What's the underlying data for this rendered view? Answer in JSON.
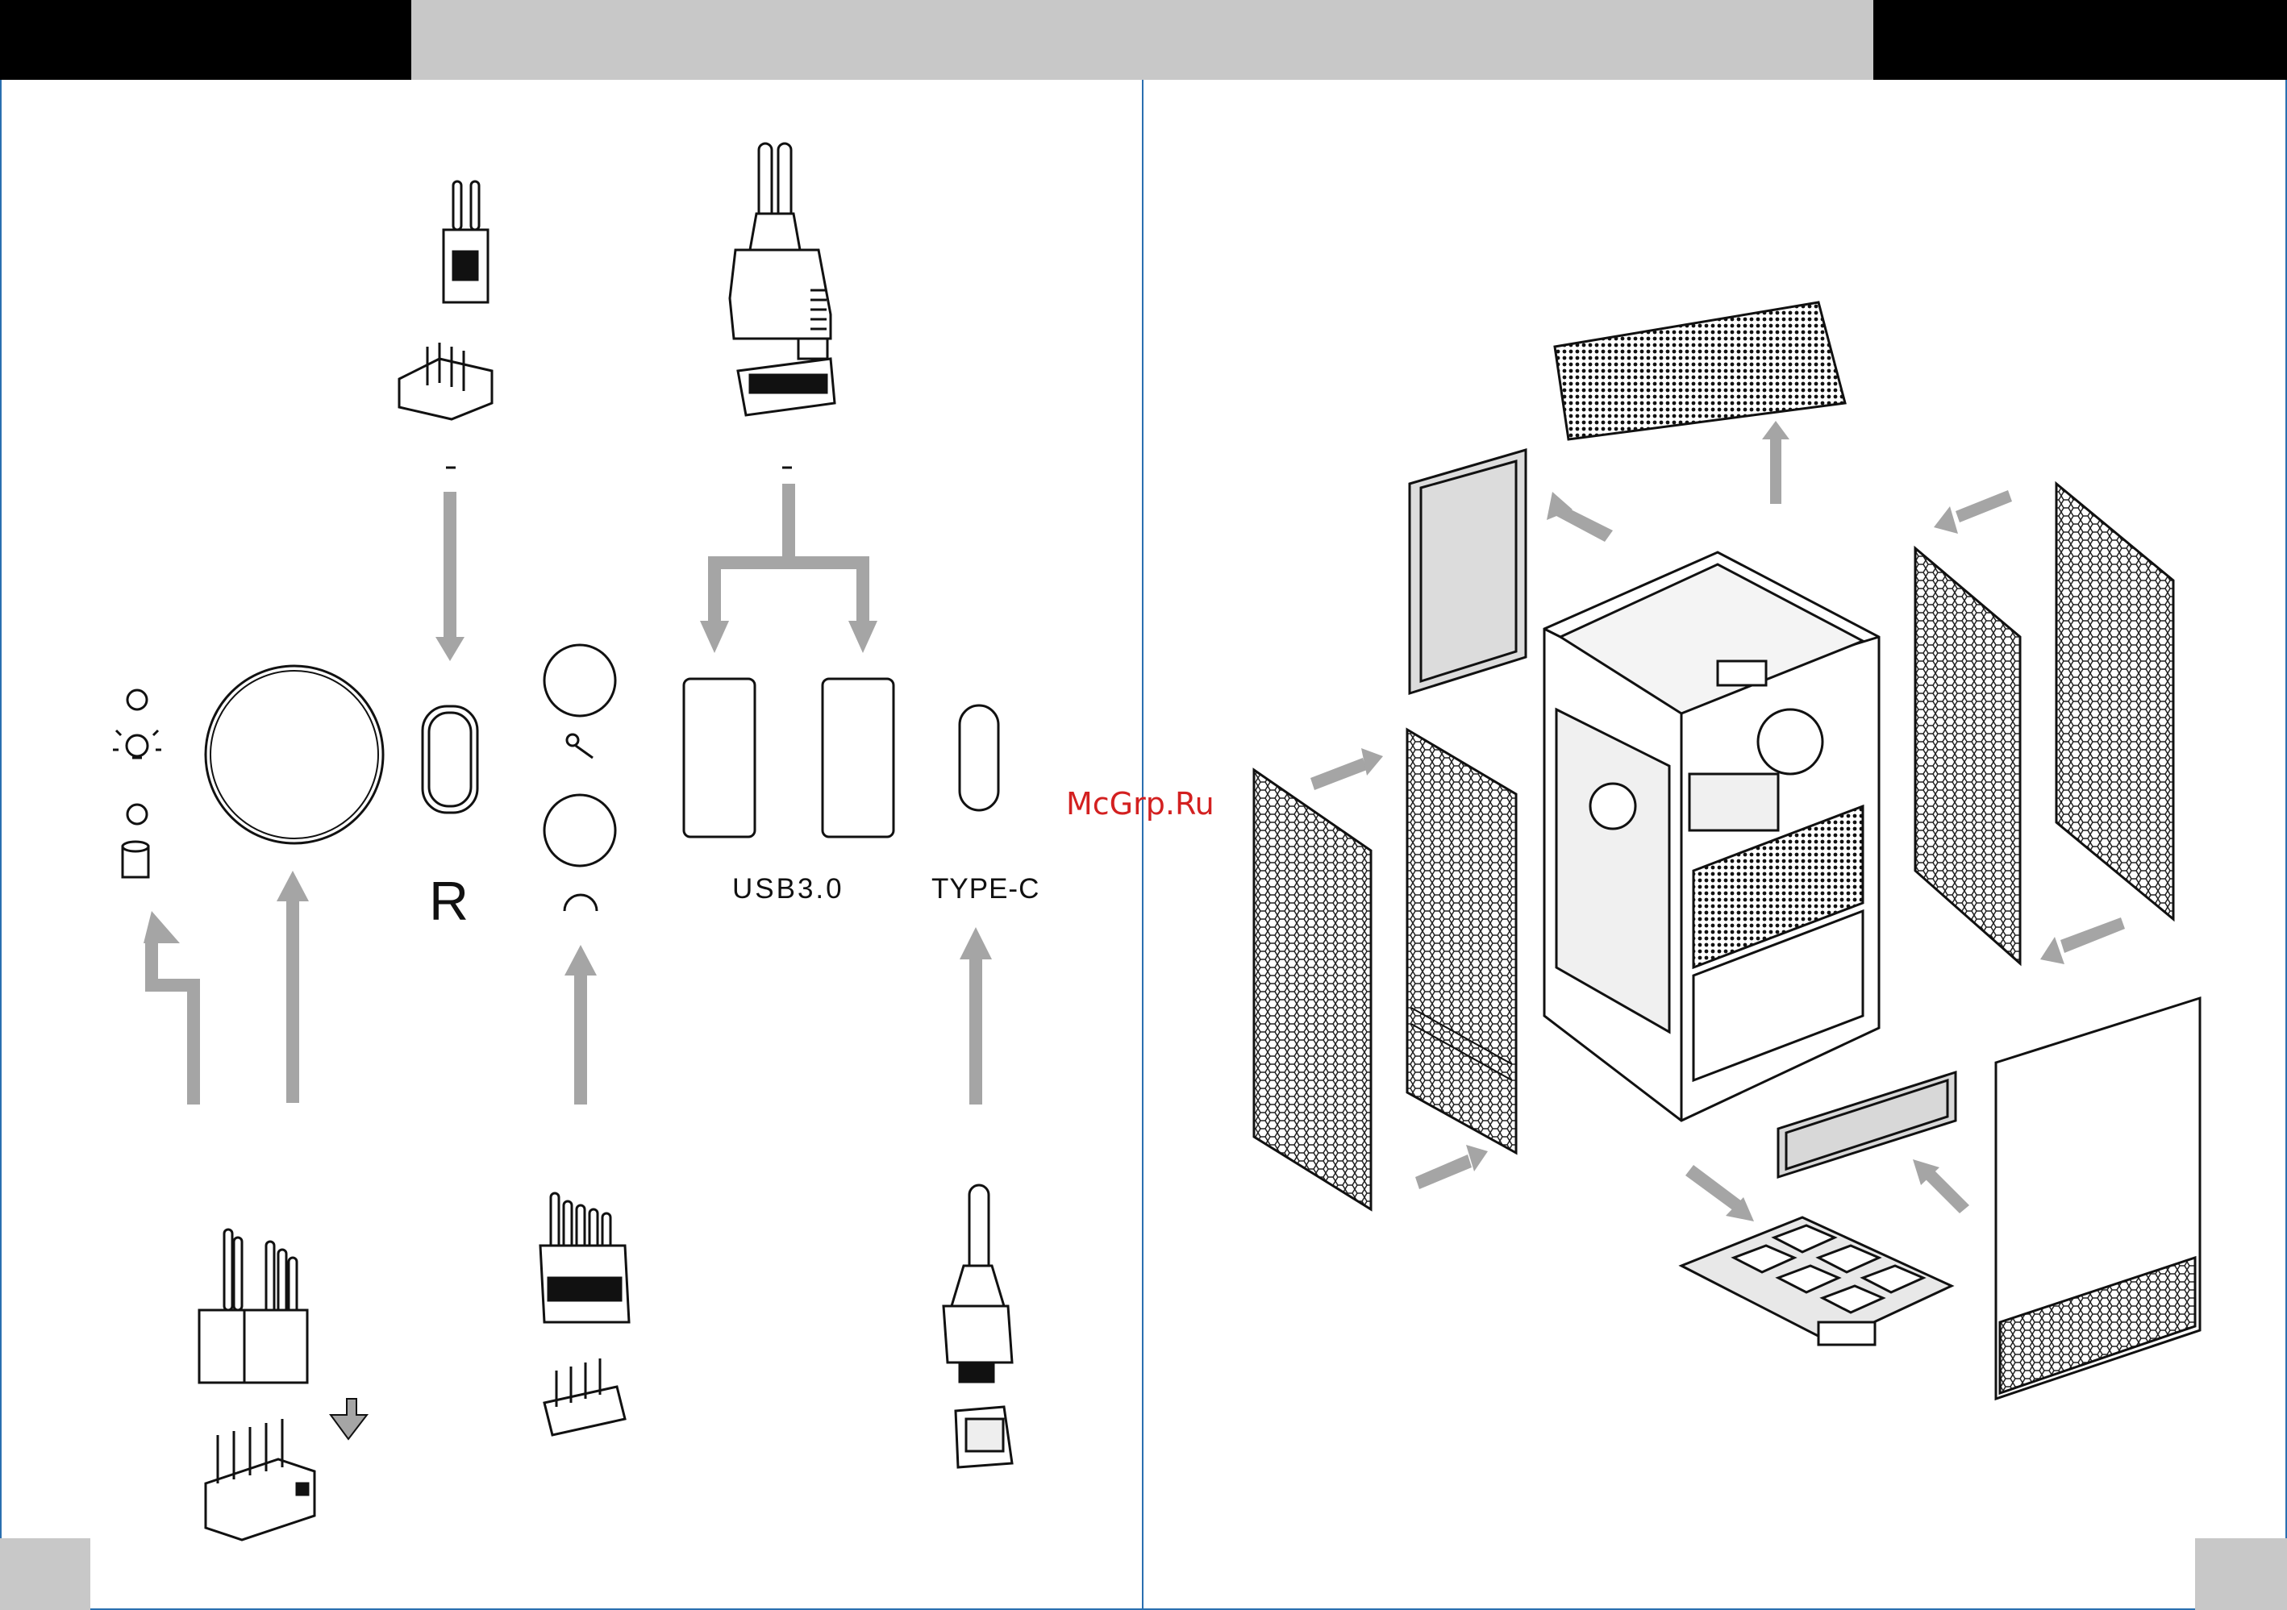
{
  "labels": {
    "reset": "R",
    "usb": "USB3.0",
    "typec": "TYPE-C"
  },
  "watermark": "McGrp.Ru",
  "colors": {
    "header_black": "#000000",
    "header_gray": "#c8c8c8",
    "arrow_gray": "#a0a0a0",
    "line": "#111111",
    "watermark_red": "#d32020"
  },
  "icons": [
    "power-led-icon",
    "hdd-led-icon",
    "power-button-icon",
    "reset-button-icon",
    "microphone-icon",
    "headphone-icon",
    "usb3-port-icon",
    "typec-port-icon"
  ]
}
